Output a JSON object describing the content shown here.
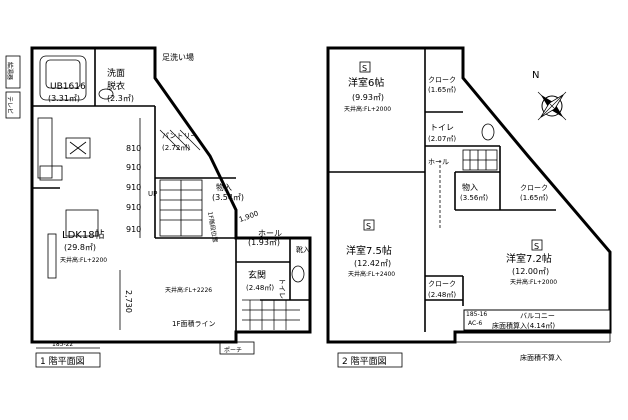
{
  "floor1": {
    "caption": "1 階平面図",
    "rooms": {
      "ub_name": "UB1616",
      "ub_area": "(3.31㎡)",
      "wash_name1": "洗面",
      "wash_name2": "脱衣",
      "wash_area": "(2.3㎡)",
      "footwash": "足洗い場",
      "pantry": "パントリー",
      "pantry_area": "(2.72㎡)",
      "storage_name": "物入",
      "storage_area": "(3.54㎡)",
      "ldk_name": "LDK18帖",
      "ldk_area": "(29.8㎡)",
      "ldk_height": "天井高:FL+2200",
      "hall_name": "ホール",
      "hall_area": "(1.93㎡)",
      "entrance_name": "玄関",
      "entrance_area": "(2.48㎡)",
      "toilet": "トイレ",
      "shoe": "靴入",
      "ent_height": "天井高:FL+2226"
    },
    "labels": {
      "flow_left": "給湯器",
      "tv_left": "テレビ",
      "up": "UP",
      "dim_810": "810",
      "dim_910a": "910",
      "dim_910b": "910",
      "dim_910c": "910",
      "dim_910d": "910",
      "dim_2730": "2,730",
      "dim_1900": "1,900",
      "dim_bottom": "185-22",
      "stair_note": "1F階段位置",
      "line_note": "1F面積ライン",
      "porch": "ポーチ"
    }
  },
  "floor2": {
    "caption": "2 階平面図",
    "rooms": {
      "room6_name": "洋室6帖",
      "room6_area": "(9.93㎡)",
      "room6_height": "天井高:FL+2000",
      "closet_top": "クローク",
      "closet_top_area": "(1.65㎡)",
      "toilet": "トイレ",
      "toilet_area": "(2.07㎡)",
      "hall": "ホール",
      "storage": "物入",
      "storage_area": "(3.56㎡)",
      "closet_mid": "クローク",
      "closet_mid_area": "(1.65㎡)",
      "room75_name": "洋室7.5帖",
      "room75_area": "(12.42㎡)",
      "room75_height": "天井高:FL+2400",
      "room72_name": "洋室7.2帖",
      "room72_area": "(12.00㎡)",
      "room72_height": "天井高:FL+2000",
      "closet_bot": "クローク",
      "closet_bot_area": "(2.48㎡)",
      "balcony1": "バルコニー",
      "balcony2": "床面積算入(4.14㎡)",
      "balcony_note": "床面積不算入",
      "dim_top": "185-16",
      "dim_ac": "AC-6"
    },
    "markers": {
      "s": "S"
    }
  },
  "compass": {
    "letter": "N"
  }
}
